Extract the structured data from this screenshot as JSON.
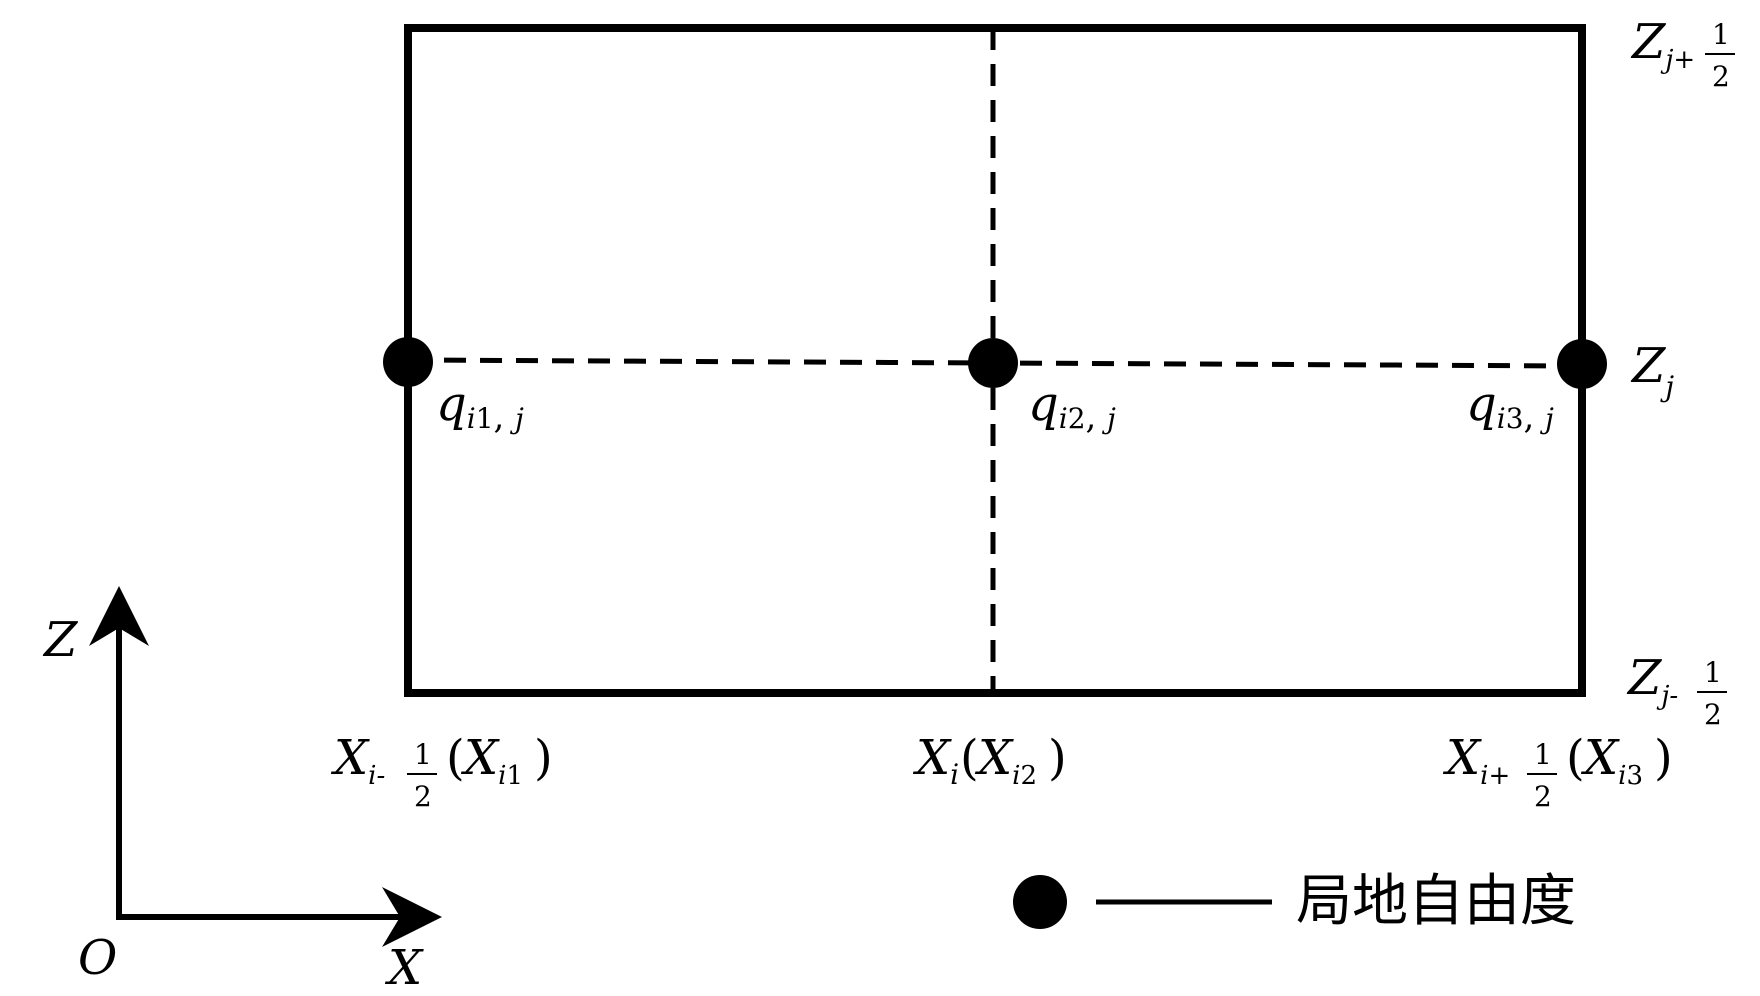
{
  "grid_labels": {
    "z_top": {
      "main": "Z",
      "sub": "j+",
      "frac_num": "1",
      "frac_den": "2"
    },
    "z_mid": {
      "main": "Z",
      "sub": "j"
    },
    "z_bot": {
      "main": "Z",
      "sub": "j-",
      "frac_num": "1",
      "frac_den": "2"
    },
    "x_left": {
      "main": "X",
      "sub": "i-",
      "frac_num": "1",
      "frac_den": "2",
      "paren_main": "X",
      "paren_sub_i": "i",
      "paren_sub_n": "1"
    },
    "x_mid": {
      "main": "X",
      "sub": "i",
      "paren_main": "X",
      "paren_sub_i": "i",
      "paren_sub_n": "2"
    },
    "x_right": {
      "main": "X",
      "sub": "i+",
      "frac_num": "1",
      "frac_den": "2",
      "paren_main": "X",
      "paren_sub_i": "i",
      "paren_sub_n": "3"
    }
  },
  "nodes": [
    {
      "main": "q",
      "sub_i": "i",
      "sub_n": "1",
      "sep": ", ",
      "sub_j": "j"
    },
    {
      "main": "q",
      "sub_i": "i",
      "sub_n": "2",
      "sep": ", ",
      "sub_j": "j"
    },
    {
      "main": "q",
      "sub_i": "i",
      "sub_n": "3",
      "sep": ", ",
      "sub_j": "j"
    }
  ],
  "axes": {
    "z_label": "Z",
    "x_label": "X",
    "origin_label": "O"
  },
  "legend": {
    "text": "局地自由度"
  }
}
